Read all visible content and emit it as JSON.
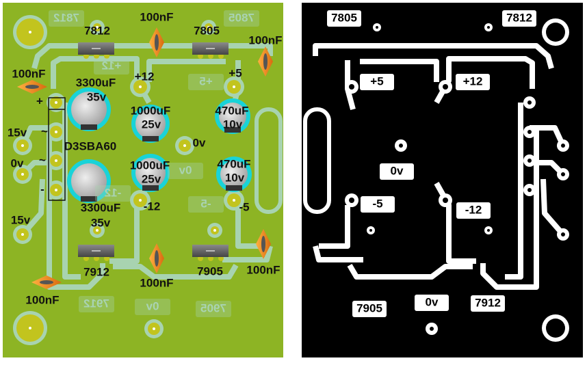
{
  "top_view": {
    "component_labels": [
      "7812",
      "100nF",
      "7805",
      "100nF",
      "100nF",
      "3300uF",
      "35v",
      "+12",
      "+5",
      "+",
      "1000uF",
      "25v",
      "470uF",
      "10v",
      "15v",
      "~",
      "D3SBA60",
      "0v",
      "0v",
      "~",
      "1000uF",
      "25v",
      "470uF",
      "10v",
      "-",
      "3300uF",
      "35v",
      "-12",
      "-5",
      "15v",
      "7912",
      "100nF",
      "7905",
      "100nF",
      "100nF"
    ],
    "silkscreen_labels": [
      "7812",
      "7805",
      "+12",
      "+5",
      "0v",
      "-5",
      "-12",
      "7912",
      "0v",
      "7905"
    ]
  },
  "bottom_view": {
    "labels": [
      "7805",
      "7812",
      "+5",
      "+12",
      "0v",
      "-5",
      "-12",
      "7905",
      "0v",
      "7912"
    ]
  },
  "colors": {
    "board_top": "#8db424",
    "trace_top": "#a8d3b0",
    "pad_top": "#c2c41e",
    "board_bottom": "#000000",
    "trace_bottom": "#ffffff",
    "capacitor_ceramic": "#f08a24",
    "capacitor_electrolytic": "#19d3d8"
  }
}
